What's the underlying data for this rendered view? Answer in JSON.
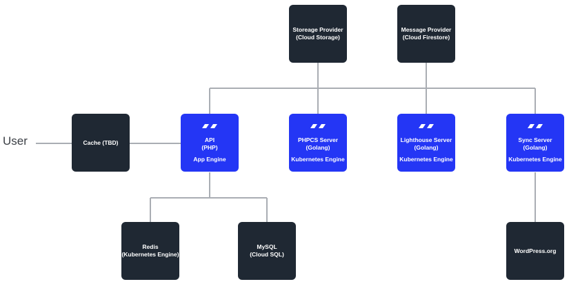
{
  "user_label": "User",
  "nodes": {
    "storage": {
      "line1": "Storeage Provider",
      "line2": "(Cloud Storage)"
    },
    "message": {
      "line1": "Message Provider",
      "line2": "(Cloud Firestore)"
    },
    "cache": {
      "line1": "Cache (TBD)"
    },
    "api": {
      "line1": "API",
      "line2": "(PHP)",
      "line3": "App Engine",
      "icon": "wp-logo-icon"
    },
    "phpcs": {
      "line1": "PHPCS Server",
      "line2": "(Golang)",
      "line3": "Kubernetes Engine",
      "icon": "wp-logo-icon"
    },
    "lighthouse": {
      "line1": "Lighthouse Server",
      "line2": "(Golang)",
      "line3": "Kubernetes Engine",
      "icon": "wp-logo-icon"
    },
    "sync": {
      "line1": "Sync Server",
      "line2": "(Golang)",
      "line3": "Kubernetes Engine",
      "icon": "wp-logo-icon"
    },
    "redis": {
      "line1": "Redis",
      "line2": "(Kubernetes Engine)"
    },
    "mysql": {
      "line1": "MySQL",
      "line2": "(Cloud SQL)"
    },
    "wordpress": {
      "line1": "WordPress.org"
    }
  },
  "colors": {
    "dark_node": "#1f2833",
    "blue_node": "#2436f5",
    "connector": "#a9adb3",
    "text": "#ffffff"
  }
}
